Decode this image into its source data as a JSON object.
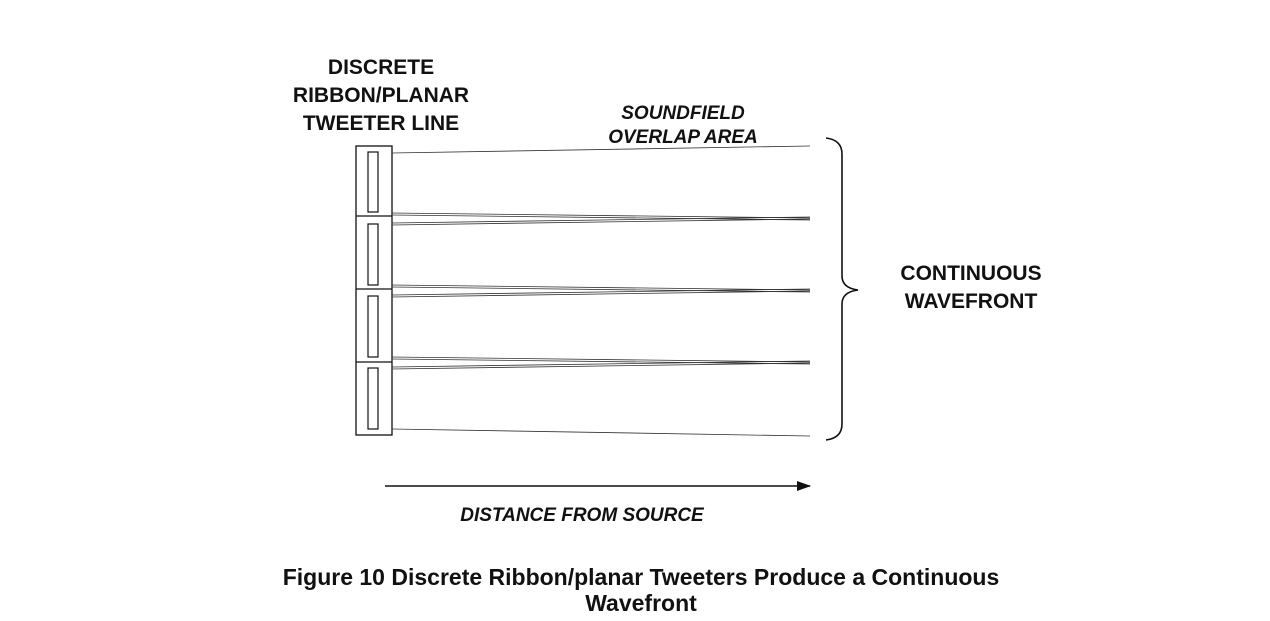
{
  "diagram": {
    "source_label": [
      "DISCRETE",
      "RIBBON/PLANAR",
      "TWEETER LINE"
    ],
    "overlap_label": [
      "SOUNDFIELD",
      "OVERLAP AREA"
    ],
    "wavefront_label": [
      "CONTINUOUS",
      "WAVEFRONT"
    ],
    "axis_label": "DISTANCE FROM SOURCE",
    "tweeter_count": 4
  },
  "caption": [
    "Figure 10  Discrete Ribbon/planar Tweeters Produce a Continuous",
    "Wavefront"
  ],
  "colors": {
    "ink": "#111111",
    "background": "#ffffff"
  }
}
